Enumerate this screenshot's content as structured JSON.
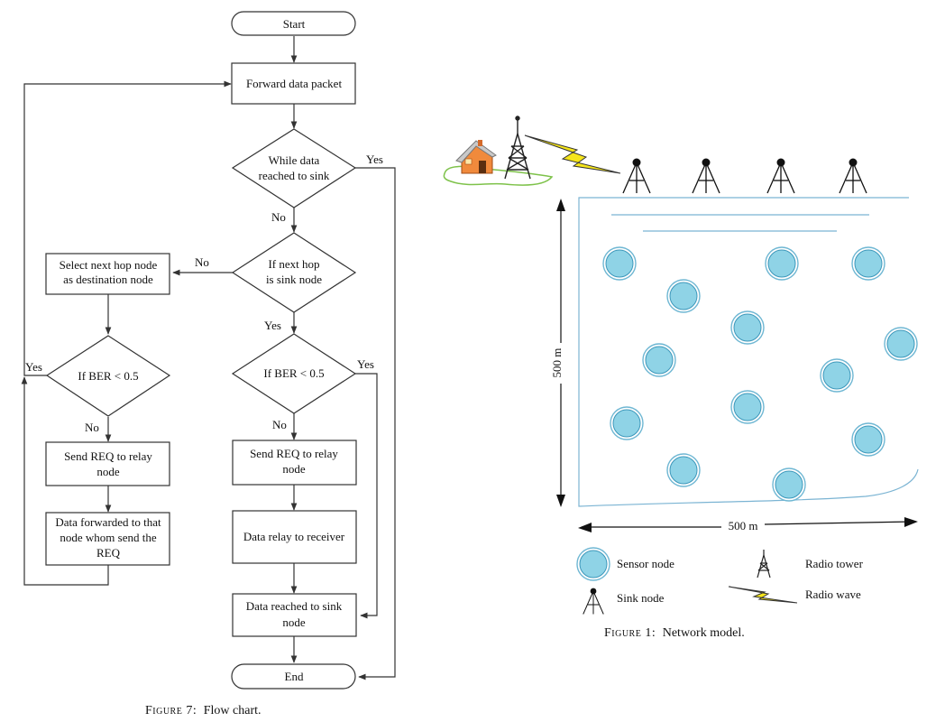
{
  "flowchart": {
    "caption_figure": "Figure 7:",
    "caption_text": "Flow chart.",
    "start": "Start",
    "forward": "Forward data packet",
    "while_line1": "While data",
    "while_line2": "reached to sink",
    "ifnext_line1": "If next hop",
    "ifnext_line2": "is sink node",
    "select_line1": "Select next hop node",
    "select_line2": "as destination node",
    "ber_left": "If BER < 0.5",
    "ber_mid": "If BER < 0.5",
    "sendreq_left_line1": "Send REQ to relay",
    "sendreq_left_line2": "node",
    "sendreq_mid_line1": "Send REQ to relay",
    "sendreq_mid_line2": "node",
    "forwarded_line1": "Data forwarded to that",
    "forwarded_line2": "node whom send the",
    "forwarded_line3": "REQ",
    "relay": "Data relay to receiver",
    "reached_line1": "Data reached to sink",
    "reached_line2": "node",
    "end": "End",
    "yes": "Yes",
    "no": "No"
  },
  "network": {
    "caption_figure": "Figure 1:",
    "caption_text": "Network model.",
    "height_label": "500 m",
    "width_label": "500 m",
    "legend": {
      "sensor": "Sensor node",
      "radio_tower": "Radio tower",
      "sink": "Sink node",
      "radio_wave": "Radio wave"
    },
    "colors": {
      "sensor_fill": "#8fd3e6",
      "water_line": "#7bb4d3",
      "radio_wave": "#f5e51b",
      "house_wall": "#f08a3c",
      "ground": "#7ec24a"
    }
  }
}
